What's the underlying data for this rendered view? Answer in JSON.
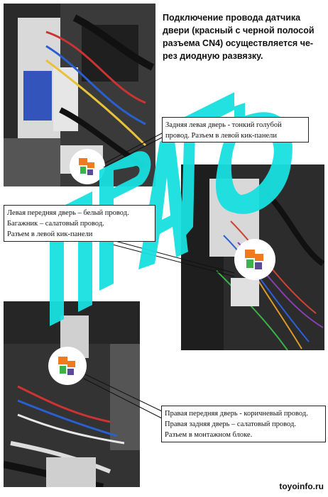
{
  "title": {
    "lines": [
      "Подключение провода датчика",
      "двери (красный с черной полосой",
      "разъема CN4) осуществляется че-",
      "рез диодную развязку."
    ]
  },
  "callouts": {
    "rear_left": {
      "lines": [
        "Задняя левая дверь - тонкий голубой",
        "провод. Разъем в левой кик-панели"
      ]
    },
    "front_left": {
      "lines": [
        "Левая передняя дверь – белый провод.",
        "Багажник – салатовый провод.",
        "Разъем в левой кик-панели"
      ]
    },
    "right": {
      "lines": [
        "Правая передняя дверь - коричневый провод.",
        "Правая задняя дверь – салатовый провод.",
        "Разъем в монтажном блоке."
      ]
    }
  },
  "photos": {
    "top_left": {
      "description_icon": "wiring-connector-photo"
    },
    "middle_right": {
      "description_icon": "wiring-harness-photo"
    },
    "bottom_left": {
      "description_icon": "mounting-block-photo"
    }
  },
  "diode_badges": [
    "diode-badge-icon",
    "diode-badge-icon",
    "diode-badge-icon"
  ],
  "watermark": {
    "text": "ПРАДО",
    "color": "#19e0e0"
  },
  "footer": {
    "site": "toyoinfo.ru"
  }
}
